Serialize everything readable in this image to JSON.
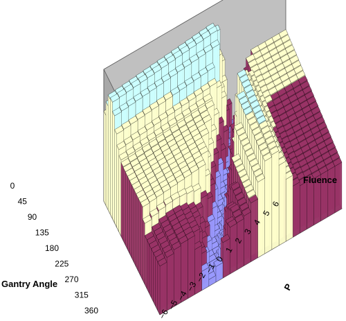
{
  "chart_data": {
    "type": "surface3d",
    "title": "",
    "xlabel": "Gantry Angle",
    "ylabel": "P",
    "zlabel": "Fluence",
    "x_ticks": [
      "0",
      "45",
      "90",
      "135",
      "180",
      "225",
      "270",
      "315",
      "360"
    ],
    "y_ticks": [
      "-6",
      "-5",
      "-4",
      "-3",
      "-2",
      "-1",
      "0",
      "1",
      "2",
      "3",
      "4",
      "5",
      "6"
    ],
    "grid": true,
    "legend": "none",
    "colors": {
      "wall_back": "#c0c0c0",
      "wall_left": "#a8a8a8",
      "floor": "#909090",
      "band_low": "#9999ff",
      "band_mid": "#993366",
      "band_high": "#ffffcc",
      "band_top": "#ccffff",
      "mesh": "#000000"
    }
  }
}
